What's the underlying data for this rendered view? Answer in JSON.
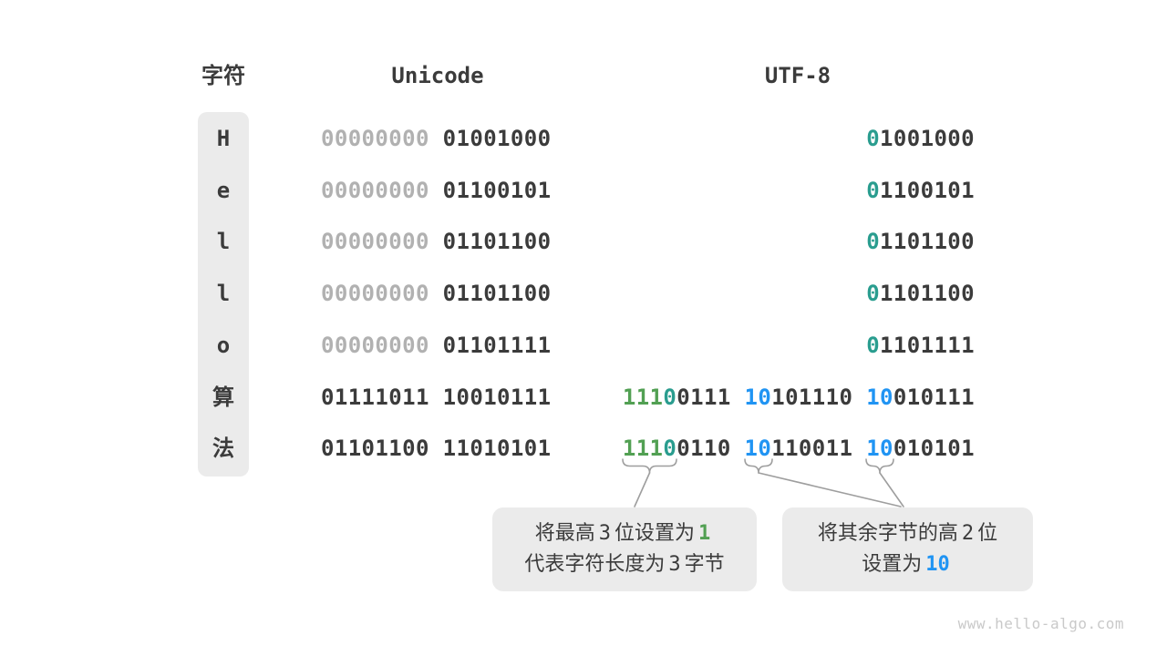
{
  "page": {
    "footer": "www.hello-algo.com"
  },
  "colors": {
    "dark": "#3b3b3b",
    "gray": "#b1b1b1",
    "green": "#52a053",
    "teal": "#2a9d8f",
    "blue": "#2094f3",
    "boxbg": "#ebebeb",
    "line": "#9e9e9e",
    "footer": "#c9c9c9"
  },
  "table": {
    "headers": {
      "char": "字符",
      "unicode": "Unicode",
      "utf8": "UTF-8"
    },
    "rows": [
      {
        "char": "H",
        "unicode": [
          [
            "00000000",
            "gray"
          ],
          [
            " 01001000",
            "dark"
          ]
        ],
        "utf8": [
          [
            "0",
            "teal"
          ],
          [
            "1001000",
            "dark"
          ]
        ]
      },
      {
        "char": "e",
        "unicode": [
          [
            "00000000",
            "gray"
          ],
          [
            " 01100101",
            "dark"
          ]
        ],
        "utf8": [
          [
            "0",
            "teal"
          ],
          [
            "1100101",
            "dark"
          ]
        ]
      },
      {
        "char": "l",
        "unicode": [
          [
            "00000000",
            "gray"
          ],
          [
            " 01101100",
            "dark"
          ]
        ],
        "utf8": [
          [
            "0",
            "teal"
          ],
          [
            "1101100",
            "dark"
          ]
        ]
      },
      {
        "char": "l",
        "unicode": [
          [
            "00000000",
            "gray"
          ],
          [
            " 01101100",
            "dark"
          ]
        ],
        "utf8": [
          [
            "0",
            "teal"
          ],
          [
            "1101100",
            "dark"
          ]
        ]
      },
      {
        "char": "o",
        "unicode": [
          [
            "00000000",
            "gray"
          ],
          [
            " 01101111",
            "dark"
          ]
        ],
        "utf8": [
          [
            "0",
            "teal"
          ],
          [
            "1101111",
            "dark"
          ]
        ]
      },
      {
        "char": "算",
        "unicode": [
          [
            "01111011 10010111",
            "dark"
          ]
        ],
        "utf8": [
          [
            "111",
            "green"
          ],
          [
            "0",
            "teal"
          ],
          [
            "0111 ",
            "dark"
          ],
          [
            "10",
            "blue"
          ],
          [
            "101110 ",
            "dark"
          ],
          [
            "10",
            "blue"
          ],
          [
            "010111",
            "dark"
          ]
        ]
      },
      {
        "char": "法",
        "unicode": [
          [
            "01101100 11010101",
            "dark"
          ]
        ],
        "utf8": [
          [
            "111",
            "green"
          ],
          [
            "0",
            "teal"
          ],
          [
            "0110 ",
            "dark"
          ],
          [
            "10",
            "blue"
          ],
          [
            "110011 ",
            "dark"
          ],
          [
            "10",
            "blue"
          ],
          [
            "010101",
            "dark"
          ]
        ]
      }
    ]
  },
  "annotations": [
    {
      "lines": [
        [
          [
            "将最高",
            "cjk"
          ],
          [
            "3",
            "num"
          ],
          [
            "位设置为",
            "cjk"
          ],
          [
            "1",
            "green"
          ]
        ],
        [
          [
            "代表字符长度为",
            "cjk"
          ],
          [
            "3",
            "num"
          ],
          [
            "字节",
            "cjk"
          ]
        ]
      ]
    },
    {
      "lines": [
        [
          [
            "将其余字节的高",
            "cjk"
          ],
          [
            "2",
            "num"
          ],
          [
            "位",
            "cjk"
          ]
        ],
        [
          [
            "设置为",
            "cjk"
          ],
          [
            "10",
            "blue"
          ]
        ]
      ]
    }
  ]
}
